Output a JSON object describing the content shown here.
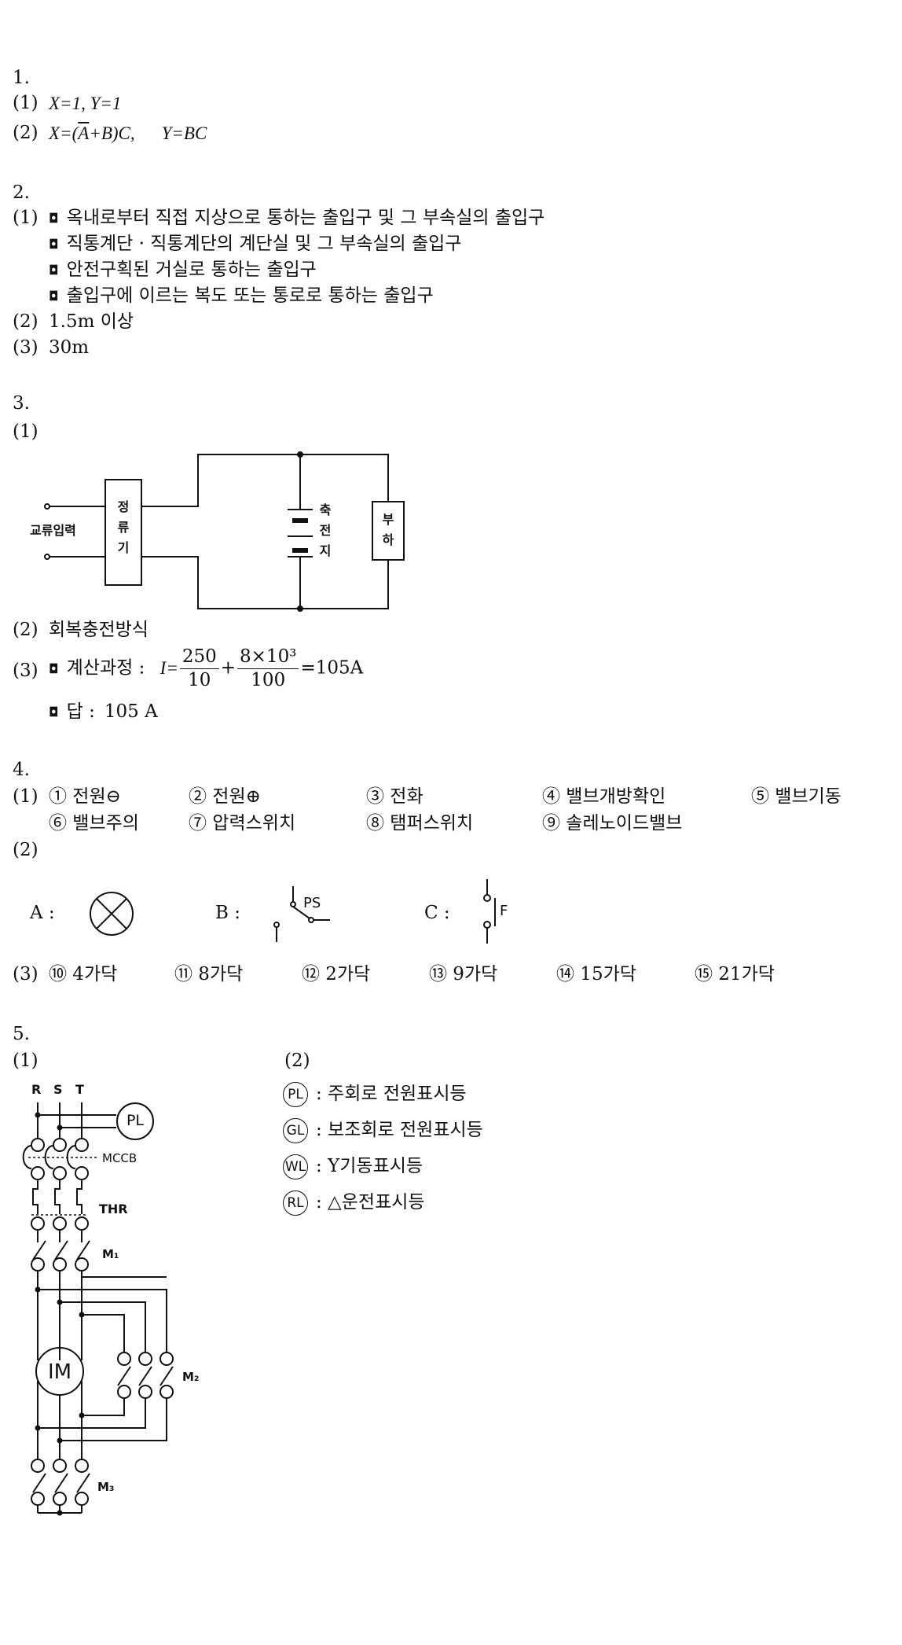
{
  "q1": {
    "num": "1.",
    "l1": {
      "label": "(1)",
      "expr": "X=1,  Y=1"
    },
    "l2": {
      "label": "(2)",
      "x_lhs": "X=(",
      "a": "A",
      "x_mid": "+B)C,",
      "y": "Y=BC"
    }
  },
  "q2": {
    "num": "2.",
    "s1": {
      "label": "(1)",
      "items": [
        "옥내로부터 직접 지상으로 통하는 출입구 및 그 부속실의 출입구",
        "직통계단 · 직통계단의 계단실 및 그 부속실의 출입구",
        "안전구획된 거실로 통하는 출입구",
        "출입구에 이르는 복도 또는 통로로 통하는 출입구"
      ]
    },
    "s2": {
      "label": "(2)",
      "text": "1.5m 이상"
    },
    "s3": {
      "label": "(3)",
      "text": "30m"
    }
  },
  "q3": {
    "num": "3.",
    "s1": {
      "label": "(1)"
    },
    "diagram": {
      "input": "교류입력",
      "rectifier": [
        "정",
        "류",
        "기"
      ],
      "battery": [
        "축",
        "전",
        "지"
      ],
      "load": [
        "부",
        "하"
      ]
    },
    "s2": {
      "label": "(2)",
      "text": "회복충전방식"
    },
    "s3": {
      "label": "(3)",
      "calc_label": "계산과정 :",
      "lhs": "I=",
      "f1_num": "250",
      "f1_den": "10",
      "plus": "+",
      "f2_num": "8×10³",
      "f2_den": "100",
      "result": "=105A",
      "ans_label": "답 :",
      "ans": "105 A"
    }
  },
  "q4": {
    "num": "4.",
    "s1": {
      "label": "(1)",
      "items": [
        "① 전원⊖",
        "② 전원⊕",
        "③ 전화",
        "④ 밸브개방확인",
        "⑤ 밸브기동",
        "⑥ 밸브주의",
        "⑦ 압력스위치",
        "⑧ 탬퍼스위치",
        "⑨ 솔레노이드밸브"
      ]
    },
    "s2": {
      "label": "(2)",
      "a": "A :",
      "b": "B :",
      "c": "C :",
      "ps": "PS",
      "f": "F"
    },
    "s3": {
      "label": "(3)",
      "items": [
        "⑩ 4가닥",
        "⑪ 8가닥",
        "⑫ 2가닥",
        "⑬ 9가닥",
        "⑭ 15가닥",
        "⑮ 21가닥"
      ]
    }
  },
  "q5": {
    "num": "5.",
    "s1": {
      "label": "(1)"
    },
    "circuit": {
      "r": "R",
      "s": "S",
      "t": "T",
      "pl": "PL",
      "mccb": "MCCB",
      "thr": "THR",
      "m1": "M₁",
      "m2": "M₂",
      "m3": "M₃",
      "im": "IM"
    },
    "s2": {
      "label": "(2)",
      "lamps": [
        {
          "code": "PL",
          "desc": ": 주회로 전원표시등"
        },
        {
          "code": "GL",
          "desc": ": 보조회로 전원표시등"
        },
        {
          "code": "WL",
          "desc": ": Y기동표시등"
        },
        {
          "code": "RL",
          "desc": ": △운전표시등"
        }
      ]
    }
  }
}
